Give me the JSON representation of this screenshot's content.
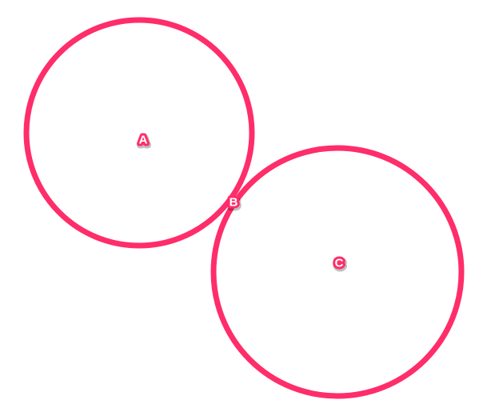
{
  "diagram": {
    "accent_color": "#ff2d6a",
    "circles": [
      {
        "id": "circle-a",
        "center_label": "A"
      },
      {
        "id": "circle-c",
        "center_label": "C"
      }
    ],
    "points": [
      {
        "id": "point-a",
        "label": "A"
      },
      {
        "id": "point-b",
        "label": "B"
      },
      {
        "id": "point-c",
        "label": "C"
      }
    ]
  }
}
